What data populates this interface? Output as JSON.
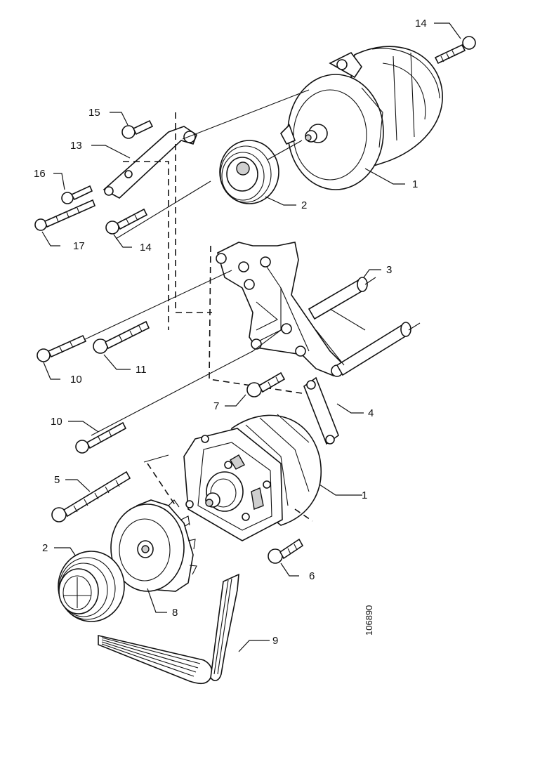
{
  "diagram": {
    "callouts": {
      "c14_top": "14",
      "c15": "15",
      "c13": "13",
      "c16": "16",
      "c17": "17",
      "c14_mid": "14",
      "c1_top": "1",
      "c2_top": "2",
      "c3": "3",
      "c10_a": "10",
      "c11": "11",
      "c7": "7",
      "c4": "4",
      "c10_b": "10",
      "c5": "5",
      "c1_bottom": "1",
      "c2_bottom": "2",
      "c6": "6",
      "c8": "8",
      "c9": "9"
    },
    "figure_number": "106890"
  }
}
